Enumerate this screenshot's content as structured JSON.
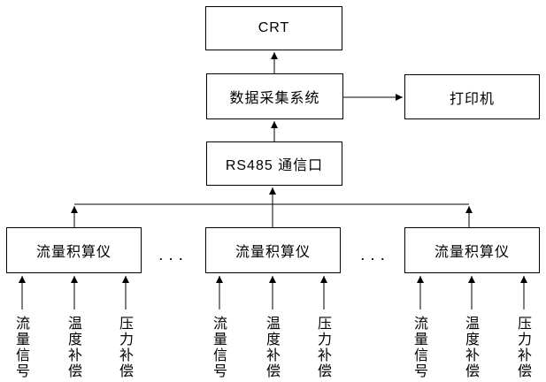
{
  "diagram": {
    "boxes": {
      "crt": "CRT",
      "data_acquisition": "数据采集系统",
      "printer": "打印机",
      "rs485": "RS485 通信口",
      "flow_totalizer": "流量积算仪"
    },
    "ellipsis": ". . .",
    "signal_labels": [
      "流量信号",
      "温度补偿",
      "压力补偿"
    ],
    "colors": {
      "line": "#000000",
      "background": "#ffffff",
      "text": "#000000"
    }
  }
}
